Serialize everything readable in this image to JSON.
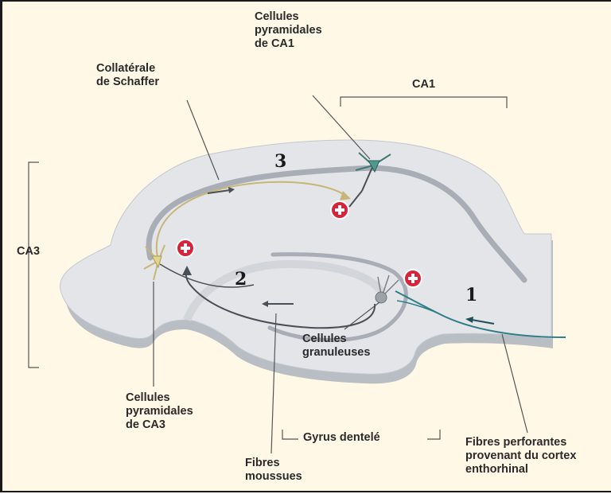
{
  "labels": {
    "ca1_cells": "Cellules\npyramidales\nde CA1",
    "schaffer": "Collatérale\nde Schaffer",
    "ca1": "CA1",
    "ca3": "CA3",
    "granule_cells": "Cellules\ngranuleuses",
    "ca3_cells": "Cellules\npyramidales\nde CA3",
    "dentate_gyrus": "Gyrus dentelé",
    "mossy_fibers": "Fibres\nmoussues",
    "perforant": "Fibres perforantes\nprovenant du cortex\nenthorhinal"
  },
  "numbers": {
    "n1": "1",
    "n2": "2",
    "n3": "3"
  },
  "colors": {
    "background": "#fff8e6",
    "tissue": "#e3e5e9",
    "tissue_shadow": "#b9bdc4",
    "cell_layer": "#a9adb5",
    "axon_dark": "#4a4f57",
    "schaffer": "#c8b676",
    "perforant": "#2f7e86",
    "ca1_cell": "#3f7a72",
    "synapse": "#d8243a"
  }
}
